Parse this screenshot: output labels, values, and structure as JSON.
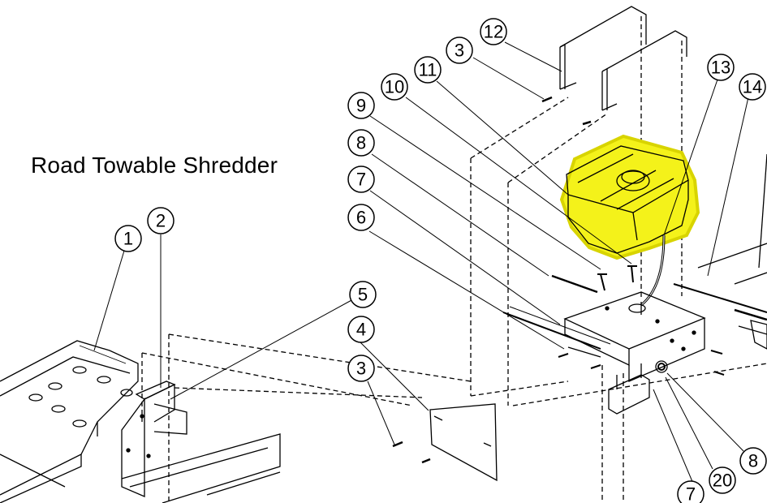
{
  "title": "Road Towable Shredder",
  "highlight_color": "#f4f21a",
  "callouts": [
    {
      "id": "c1",
      "label": "1"
    },
    {
      "id": "c2",
      "label": "2"
    },
    {
      "id": "c3a",
      "label": "3"
    },
    {
      "id": "c3b",
      "label": "3"
    },
    {
      "id": "c4",
      "label": "4"
    },
    {
      "id": "c5",
      "label": "5"
    },
    {
      "id": "c6",
      "label": "6"
    },
    {
      "id": "c7a",
      "label": "7"
    },
    {
      "id": "c7b",
      "label": "7"
    },
    {
      "id": "c8a",
      "label": "8"
    },
    {
      "id": "c8b",
      "label": "8"
    },
    {
      "id": "c9",
      "label": "9"
    },
    {
      "id": "c10",
      "label": "10"
    },
    {
      "id": "c11",
      "label": "11"
    },
    {
      "id": "c12",
      "label": "12"
    },
    {
      "id": "c13",
      "label": "13"
    },
    {
      "id": "c14",
      "label": "14"
    },
    {
      "id": "c20",
      "label": "20"
    }
  ]
}
